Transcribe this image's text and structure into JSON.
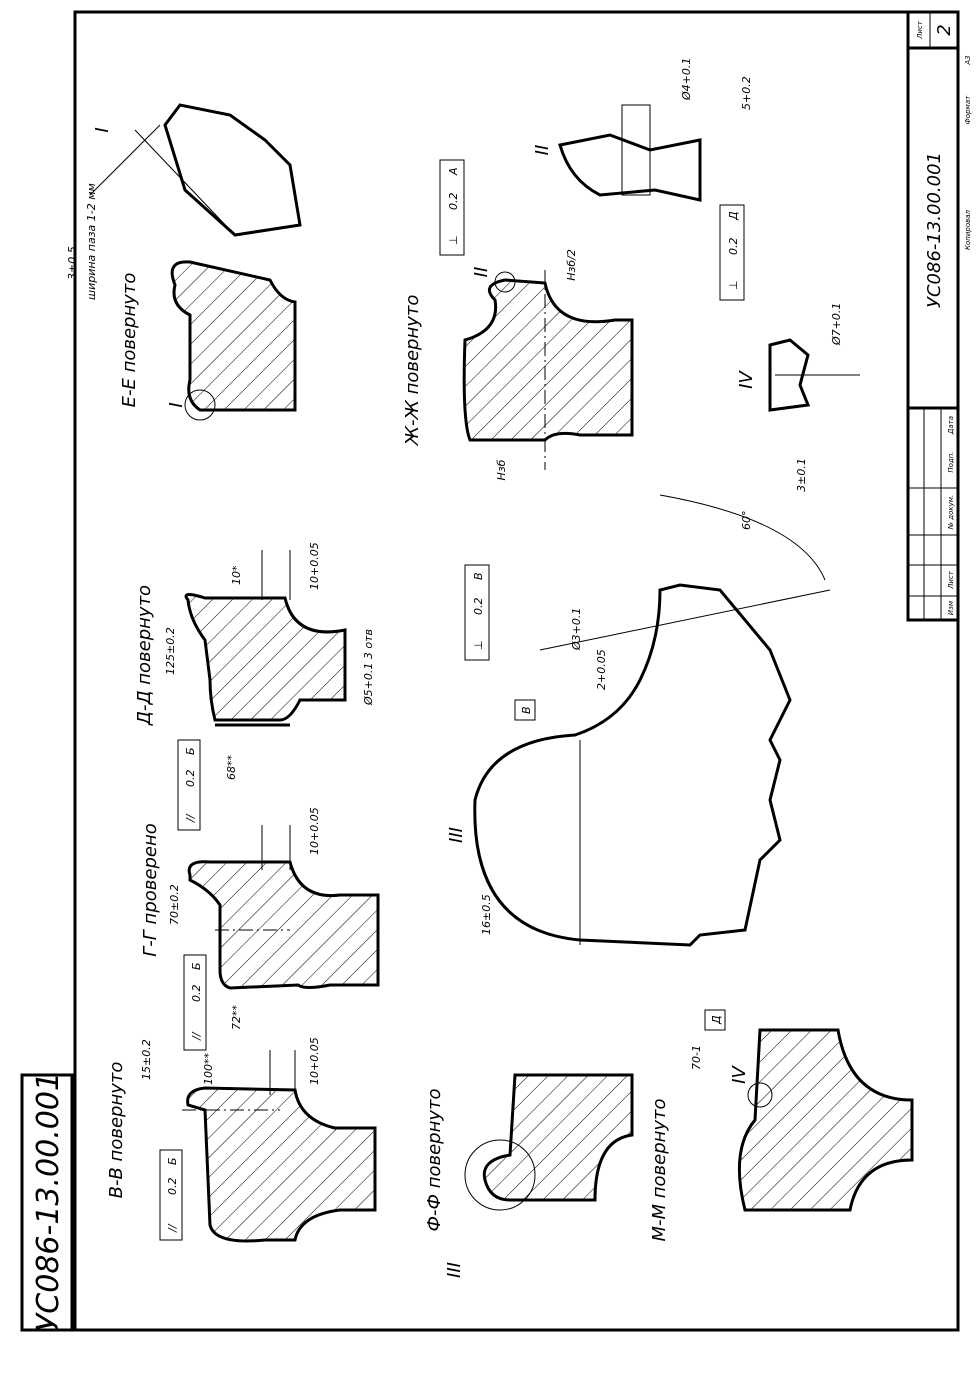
{
  "drawing": {
    "number": "УС086-13.00.001",
    "stamp_number": "УС086-13.00.001",
    "sheet_label": "Лист",
    "sheet_number": "2",
    "title_block": {
      "izm": "Изм",
      "list": "Лист",
      "doc_no": "№ докум.",
      "sign": "Подп.",
      "date": "Дата",
      "copied": "Копировал",
      "format_label": "Формат",
      "format": "А3"
    }
  },
  "sections": {
    "vv": "В-В повернуто",
    "gg": "Г-Г проверено",
    "dd": "Д-Д повернуто",
    "ee": "Е-Е повернуто",
    "zh": "Ж-Ж повернуто",
    "ff": "Ф-Ф повернуто",
    "mm": "М-М повернуто"
  },
  "views": {
    "I": "I",
    "II": "II",
    "III": "III",
    "IV": "IV"
  },
  "dimensions": {
    "d15": "15±0.2",
    "d100": "100**",
    "d10a": "10+0.05",
    "d70": "70±0.2",
    "d72": "72**",
    "d10b": "10+0.05",
    "d125": "125±0.2",
    "d68": "68**",
    "d10c": "10+0.05",
    "d10deg": "10*",
    "d5holes": "Ø5+0.1 3 отв",
    "d16": "16±0.5",
    "d3hole": "Ø3+0.1",
    "d2": "2+0.05",
    "d60": "60°",
    "hzb": "Нзб",
    "hzb2": "Нзб/2",
    "d7": "Ø7+0.1",
    "d3": "3±0.1",
    "d4": "Ø4+0.1",
    "d5": "5+0.2",
    "d3groove": "3±0.5",
    "groove_note": "ширина паза 1-2 мм",
    "d70m": "70-1"
  },
  "tolerances": [
    {
      "symbol": "//",
      "value": "0.2",
      "datum": "Б"
    },
    {
      "symbol": "//",
      "value": "0.2",
      "datum": "Б"
    },
    {
      "symbol": "//",
      "value": "0.2",
      "datum": "Б"
    },
    {
      "symbol": "⊥",
      "value": "0.2",
      "datum": "А"
    },
    {
      "symbol": "⊥",
      "value": "0.2",
      "datum": "В"
    },
    {
      "symbol": "⊥",
      "value": "0.2",
      "datum": "Д"
    }
  ],
  "datums": {
    "v": "В",
    "d": "Д"
  }
}
